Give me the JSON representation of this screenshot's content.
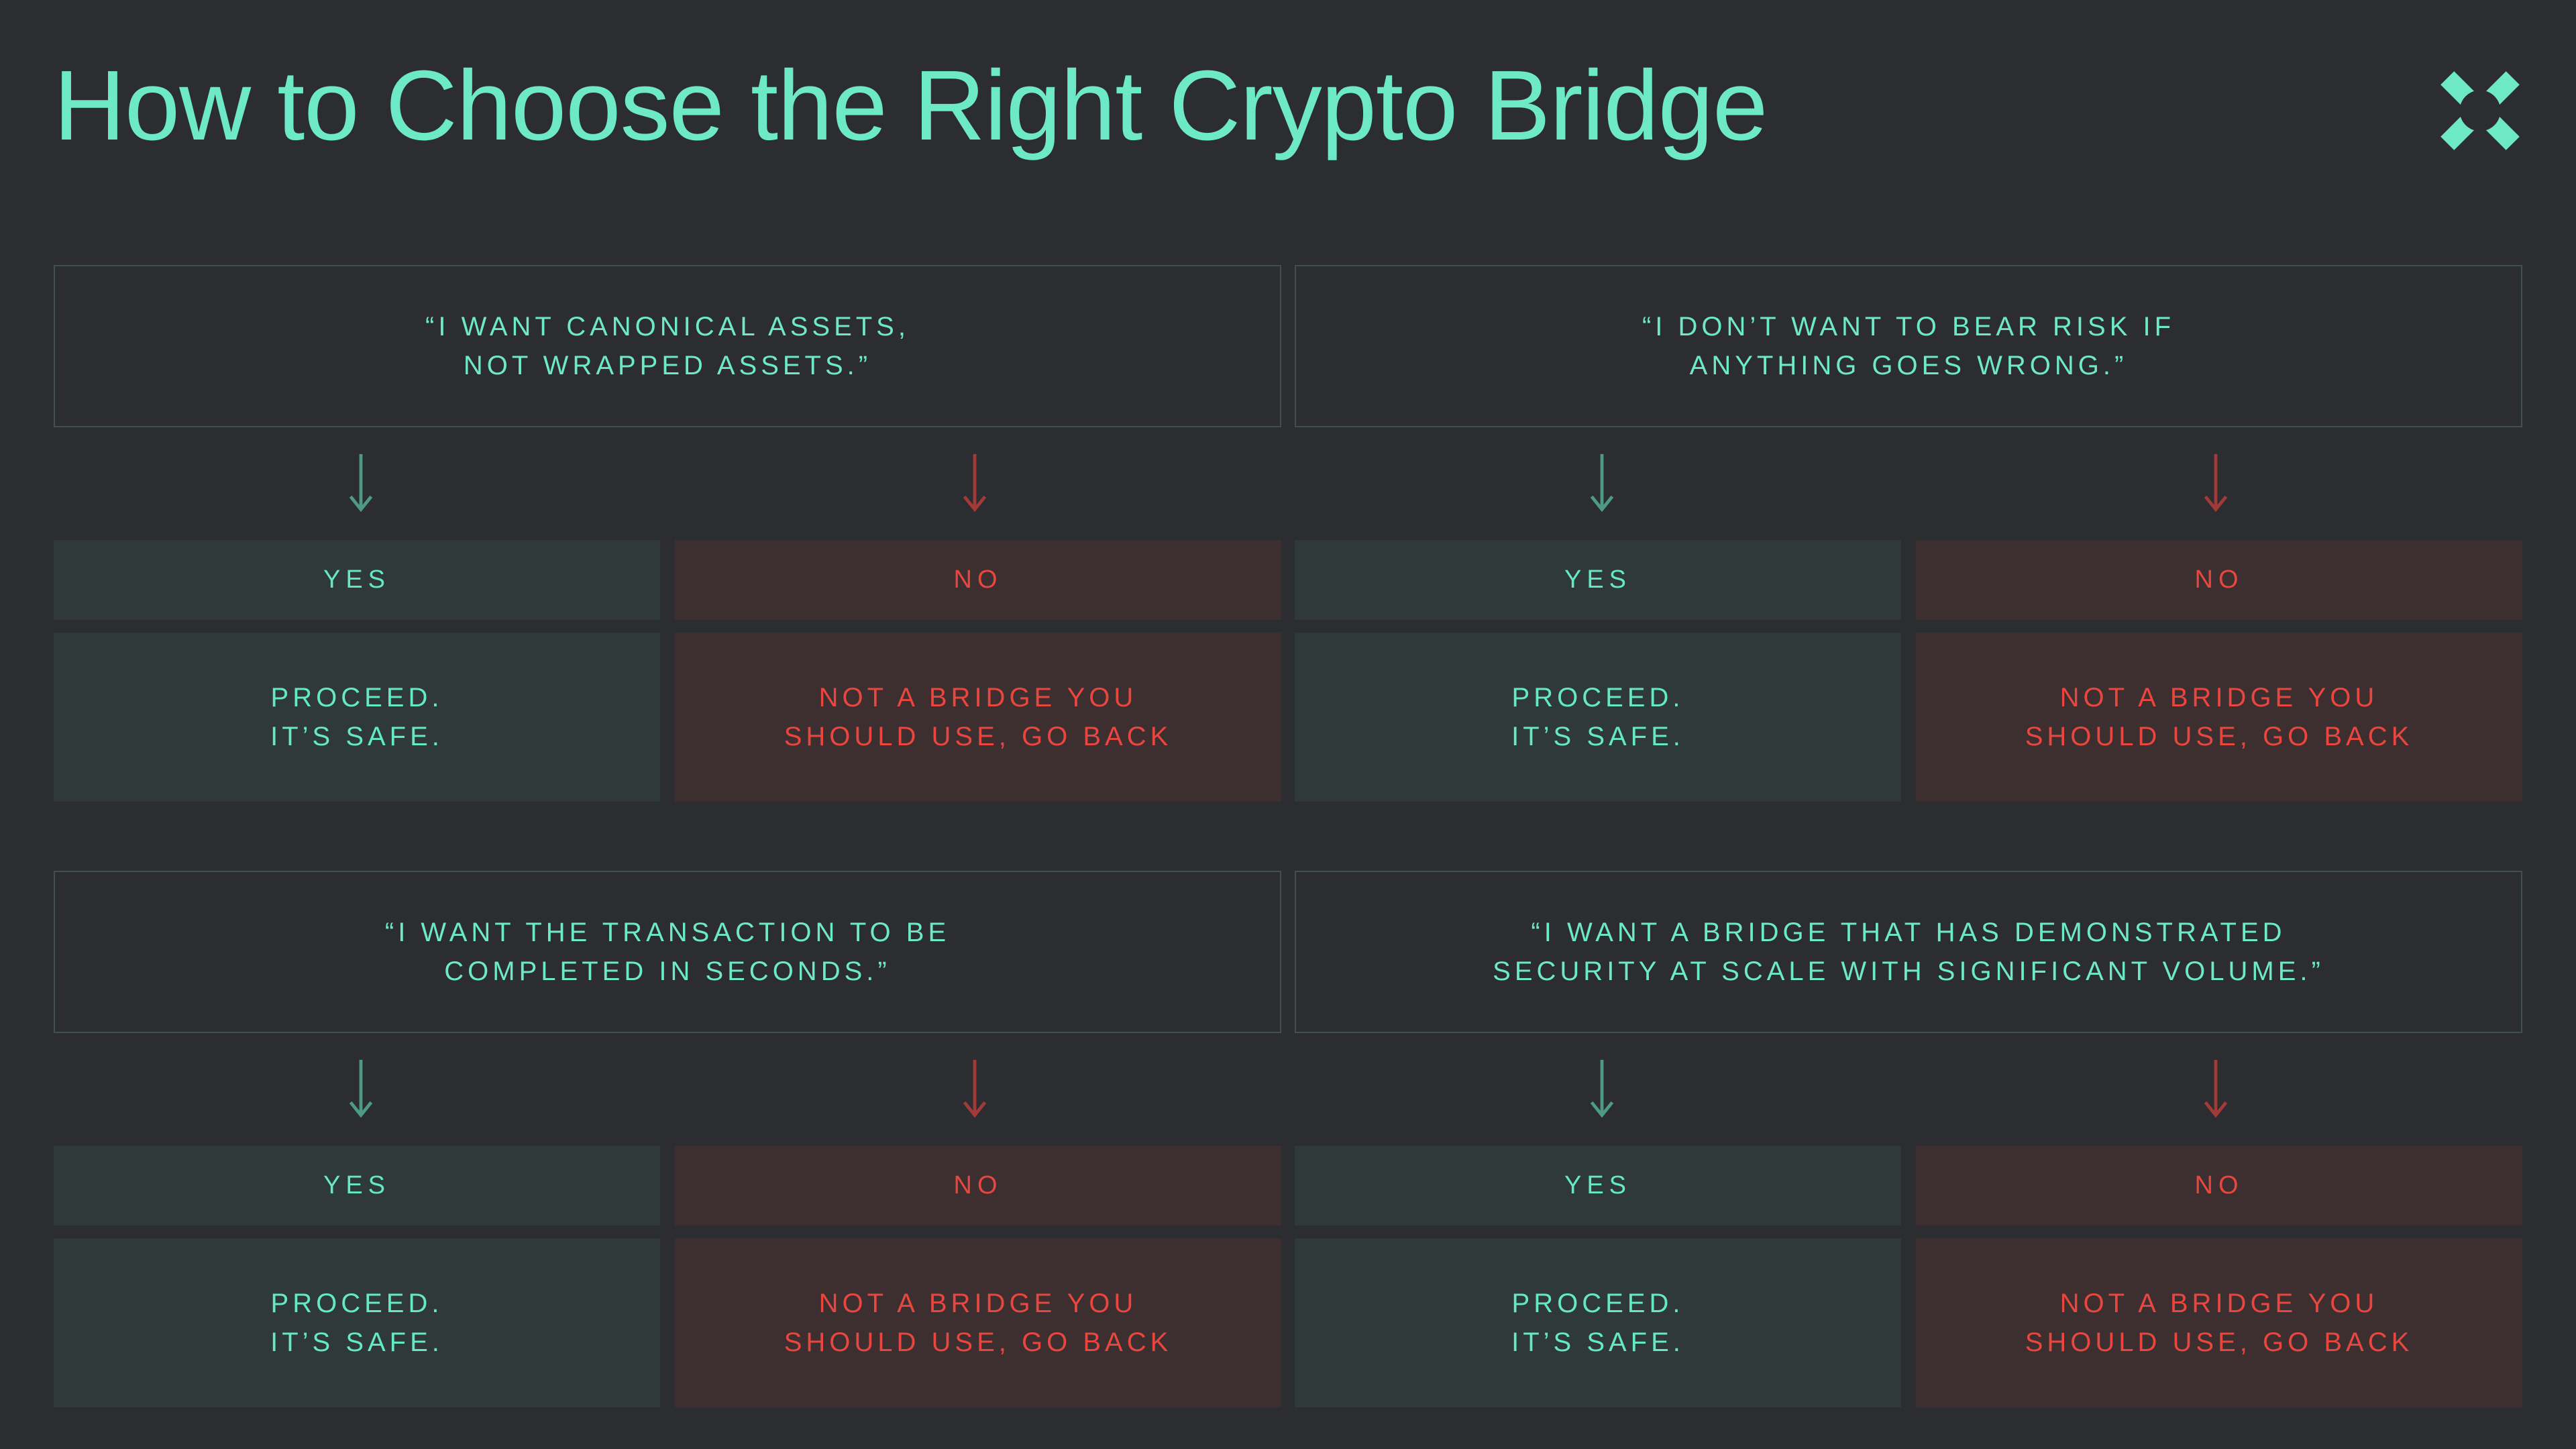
{
  "header": {
    "title": "How to Choose the Right Crypto Bridge",
    "logo_icon": "x-mark-logo"
  },
  "labels": {
    "yes": "YES",
    "no": "NO",
    "proceed_line1": "PROCEED.",
    "proceed_line2": "IT’S SAFE.",
    "reject_line1": "NOT A BRIDGE YOU",
    "reject_line2": "SHOULD USE, GO BACK"
  },
  "questions": [
    {
      "line1": "“I WANT CANONICAL ASSETS,",
      "line2": "NOT WRAPPED ASSETS.”"
    },
    {
      "line1": "“I DON’T WANT TO BEAR RISK IF",
      "line2": "ANYTHING GOES WRONG.”"
    },
    {
      "line1": "“I WANT THE TRANSACTION TO BE",
      "line2": "COMPLETED IN SECONDS.”"
    },
    {
      "line1": "“I WANT A BRIDGE THAT HAS DEMONSTRATED",
      "line2": "SECURITY AT SCALE WITH SIGNIFICANT VOLUME.”"
    }
  ],
  "colors": {
    "background": "#2B2D31",
    "mint_text": "#6EE9C7",
    "red_text": "#E8463E",
    "yes_box_bg": "#2F393A",
    "no_box_bg": "#3D2E30",
    "question_border": "#41504B",
    "yes_arrow": "#4E9B83",
    "no_arrow": "#A23B37"
  }
}
